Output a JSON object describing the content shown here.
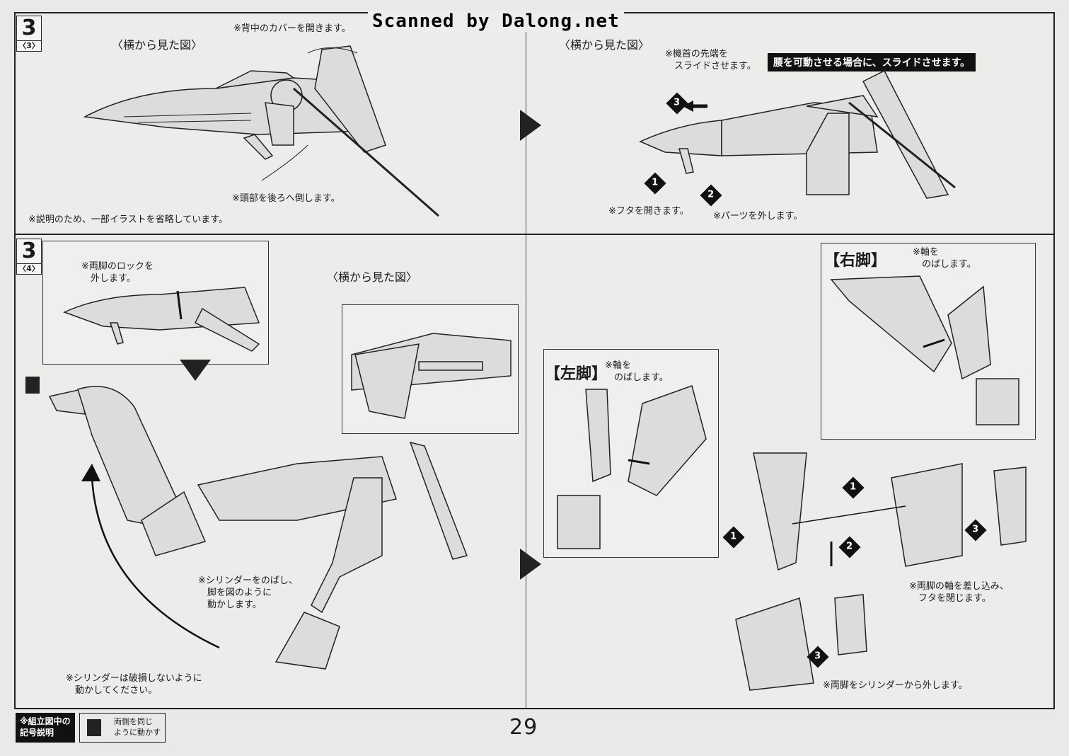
{
  "watermark": "Scanned by Dalong.net",
  "step_top_left": {
    "number": "3",
    "sub": "〈3〉"
  },
  "step_bottom_left": {
    "number": "3",
    "sub": "〈4〉"
  },
  "panel1": {
    "view_title": "〈横から見た図〉",
    "note_cover": "※背中のカバーを開きます。",
    "note_head": "※頭部を後ろへ倒します。",
    "note_omit": "※説明のため、一部イラストを省略しています。"
  },
  "panel2": {
    "view_title": "〈横から見た図〉",
    "note_neck": "※機首の先端を\n　スライドさせます。",
    "banner": "腰を可動させる場合に、スライドさせます。",
    "note_lid": "※フタを開きます。",
    "note_parts": "※パーツを外します。",
    "steps": [
      "1",
      "2",
      "3"
    ]
  },
  "panel3": {
    "note_lock": "※両脚のロックを\n　外します。",
    "view_title": "〈横から見た図〉",
    "note_cylinder": "※シリンダーをのばし、\n　脚を図のように\n　動かします。",
    "note_careful": "※シリンダーは破損しないように\n　動かしてください。"
  },
  "panel4": {
    "right_leg_title": "【右脚】",
    "right_leg_note": "※軸を\n　のばします。",
    "left_leg_title": "【左脚】",
    "left_leg_note": "※軸を\n　のばします。",
    "note_insert": "※両脚の軸を差し込み、\n　フタを閉じます。",
    "note_remove": "※両脚をシリンダーから外します。",
    "steps": [
      "1",
      "1",
      "2",
      "3",
      "3"
    ]
  },
  "footer": {
    "legend_title": "※組立図中の\n記号説明",
    "legend_desc": "両側を同じ\nように動かす",
    "page_number": "29"
  }
}
